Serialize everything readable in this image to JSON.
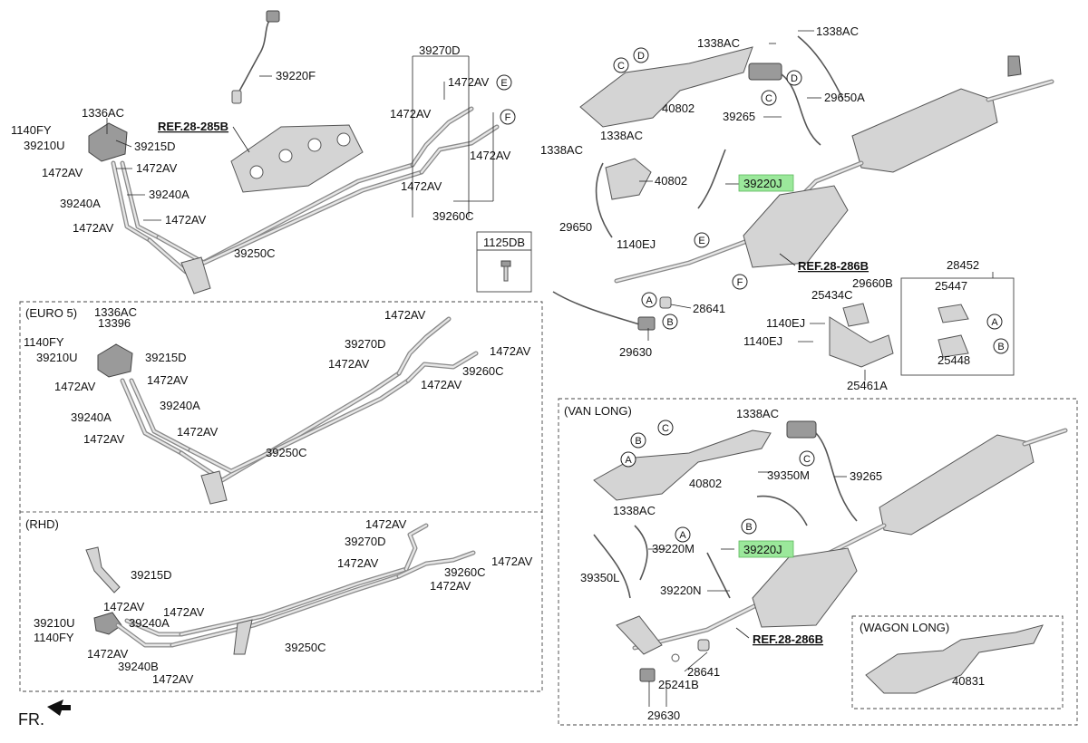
{
  "labels": {
    "l39220F": "39220F",
    "lRef285B": "REF.28-285B",
    "l1336AC_a": "1336AC",
    "l1140FY_a": "1140FY",
    "l39210U_a": "39210U",
    "l39215D_a": "39215D",
    "l1472AV_a1": "1472AV",
    "l1472AV_a2": "1472AV",
    "l39240A_a1": "39240A",
    "l39240A_a2": "39240A",
    "l1472AV_a3": "1472AV",
    "l1472AV_a4": "1472AV",
    "l39250C_a": "39250C",
    "l39270D_a": "39270D",
    "l1472AV_a5": "1472AV",
    "l1472AV_a6": "1472AV",
    "l1472AV_a7": "1472AV",
    "l1472AV_a8": "1472AV",
    "l39260C_a": "39260C",
    "l1125DB": "1125DB",
    "l1338AC_t1": "1338AC",
    "l1338AC_t2": "1338AC",
    "l29650A": "29650A",
    "l40802_t": "40802",
    "l39265_t": "39265",
    "l1338AC_t3": "1338AC",
    "l1338AC_t4": "1338AC",
    "l40802_m": "40802",
    "l39220J_t": "39220J",
    "l29650": "29650",
    "l1140EJ_t": "1140EJ",
    "lRef286B_t": "REF.28-286B",
    "l28641_t": "28641",
    "l29630_t": "29630",
    "l28452": "28452",
    "l25434C": "25434C",
    "l29660B": "29660B",
    "l25447": "25447",
    "l1140EJ_r1": "1140EJ",
    "l1140EJ_r2": "1140EJ",
    "l25448": "25448",
    "l25461A": "25461A",
    "lEuro5": "(EURO 5)",
    "l1336AC_e": "1336AC",
    "l13396": "13396",
    "l1140FY_e": "1140FY",
    "l39210U_e": "39210U",
    "l39215D_e": "39215D",
    "l1472AV_e1": "1472AV",
    "l1472AV_e2": "1472AV",
    "l39240A_e1": "39240A",
    "l39240A_e2": "39240A",
    "l1472AV_e3": "1472AV",
    "l1472AV_e4": "1472AV",
    "l39250C_e": "39250C",
    "l1472AV_e5": "1472AV",
    "l39270D_e": "39270D",
    "l1472AV_e6": "1472AV",
    "l1472AV_e7": "1472AV",
    "l39260C_e": "39260C",
    "l1472AV_e8": "1472AV",
    "lRhd": "(RHD)",
    "l1472AV_r1": "1472AV",
    "l39270D_r": "39270D",
    "l1472AV_r2": "1472AV",
    "l39260C_r": "39260C",
    "l1472AV_r3": "1472AV",
    "l1472AV_r4": "1472AV",
    "l39215D_r": "39215D",
    "l1472AV_r5": "1472AV",
    "l1472AV_r6": "1472AV",
    "l39210U_r": "39210U",
    "l39240A_r": "39240A",
    "l1140FY_r": "1140FY",
    "l1472AV_r7": "1472AV",
    "l39240B_r": "39240B",
    "l1472AV_r8": "1472AV",
    "l39250C_r": "39250C",
    "lVanLong": "(VAN LONG)",
    "l1338AC_v1": "1338AC",
    "l40802_v": "40802",
    "l39350M": "39350M",
    "l39265_v": "39265",
    "l1338AC_v2": "1338AC",
    "l39220M": "39220M",
    "l39220J_v": "39220J",
    "l39350L": "39350L",
    "l39220N": "39220N",
    "lRef286B_v": "REF.28-286B",
    "l28641_v": "28641",
    "l25241B": "25241B",
    "l29630_v": "29630",
    "lWagonLong": "(WAGON LONG)",
    "l40831": "40831",
    "lFr": "FR."
  },
  "callouts": {
    "E_top": "E",
    "F_top": "F",
    "C_t1": "C",
    "D_t1": "D",
    "D_t2": "D",
    "C_t2": "C",
    "E_mid": "E",
    "F_mid": "F",
    "A_mid": "A",
    "B_mid": "B",
    "A_r": "A",
    "B_r": "B",
    "B_v1": "B",
    "C_v1": "C",
    "A_v1": "A",
    "C_v2": "C",
    "A_v2": "A",
    "B_v2": "B"
  },
  "highlighted_parts": [
    "39220J"
  ],
  "colors": {
    "highlight": "#9be89b",
    "line": "#222222",
    "pipe": "#8a8a8a"
  }
}
